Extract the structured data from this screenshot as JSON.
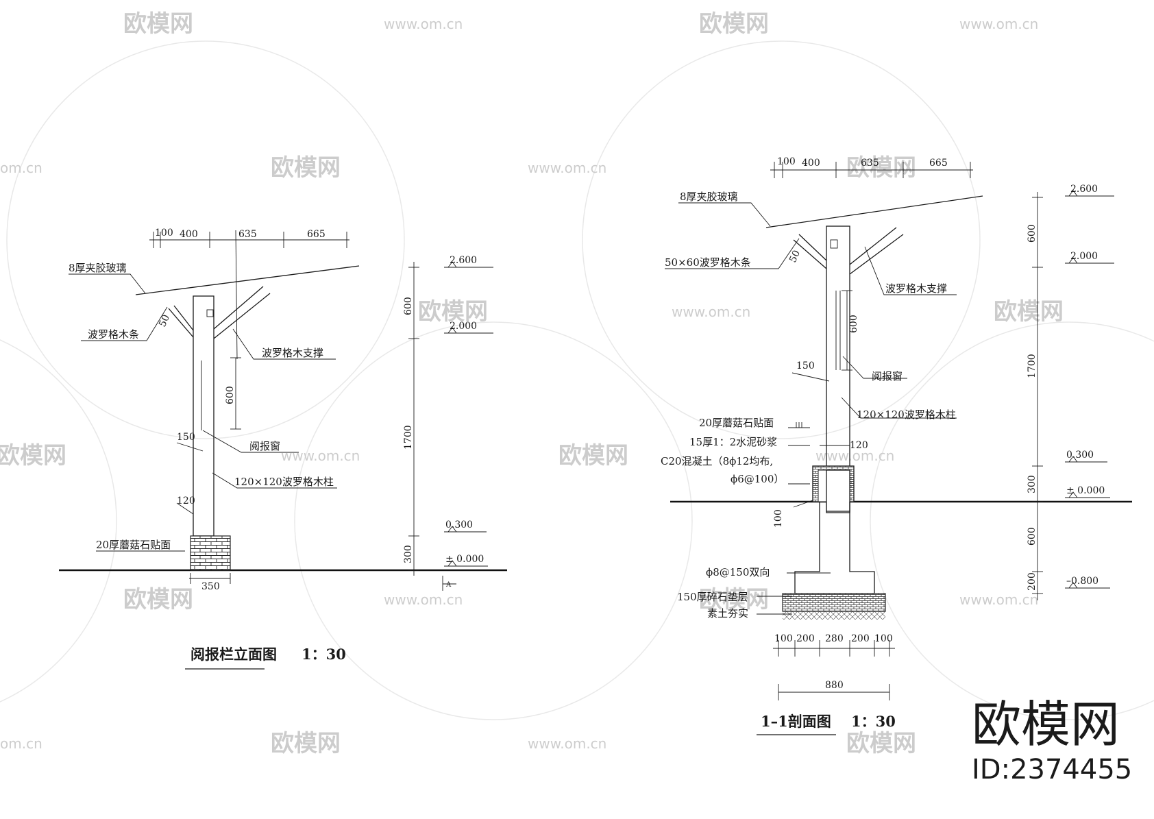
{
  "watermark": {
    "brand": "欧模网",
    "url": "www.om.cn",
    "partial_url": "om.cn"
  },
  "elevation": {
    "title": "阅报栏立面图",
    "scale": "1：30",
    "dims_top": [
      "100",
      "400",
      "635",
      "665"
    ],
    "labels": {
      "glass": "8厚夹胶玻璃",
      "batten": "波罗格木条",
      "brace": "波罗格木支撑",
      "window": "阅报窗",
      "post": "120×120波罗格木柱",
      "facing": "20厚蘑菇石贴面"
    },
    "dims": {
      "d50": "50",
      "d600": "600",
      "d150": "150",
      "d120": "120",
      "d350": "350"
    },
    "vertical_dims": [
      "600",
      "1700",
      "300"
    ],
    "levels": [
      "2.600",
      "2.000",
      "0.300",
      "± 0.000"
    ],
    "section_mark": "A"
  },
  "section": {
    "title": "1–1剖面图",
    "scale": "1：30",
    "dims_top": [
      "100",
      "400",
      "635",
      "665"
    ],
    "labels": {
      "glass": "8厚夹胶玻璃",
      "batten": "50×60波罗格木条",
      "brace": "波罗格木支撑",
      "window": "阅报窗",
      "post": "120×120波罗格木柱",
      "facing": "20厚蘑菇石贴面",
      "mortar": "15厚1：2水泥砂浆",
      "concrete1": "C20混凝土（8ϕ12均布,",
      "concrete2": "ϕ6@100）",
      "rebar": "ϕ8@150双向",
      "gravel": "150厚碎石垫层",
      "soil": "素土夯实"
    },
    "dims": {
      "d50": "50",
      "d600": "600",
      "d150": "150",
      "d120": "120",
      "d100": "100"
    },
    "footing_dims": [
      "100",
      "200",
      "280",
      "200",
      "100"
    ],
    "footing_total": "880",
    "vertical_dims": [
      "600",
      "1700",
      "300",
      "600",
      "200"
    ],
    "levels": [
      "2.600",
      "2.000",
      "0.300",
      "± 0.000",
      "–0.800"
    ]
  },
  "brand": {
    "name": "欧模网",
    "id": "ID:2374455"
  }
}
